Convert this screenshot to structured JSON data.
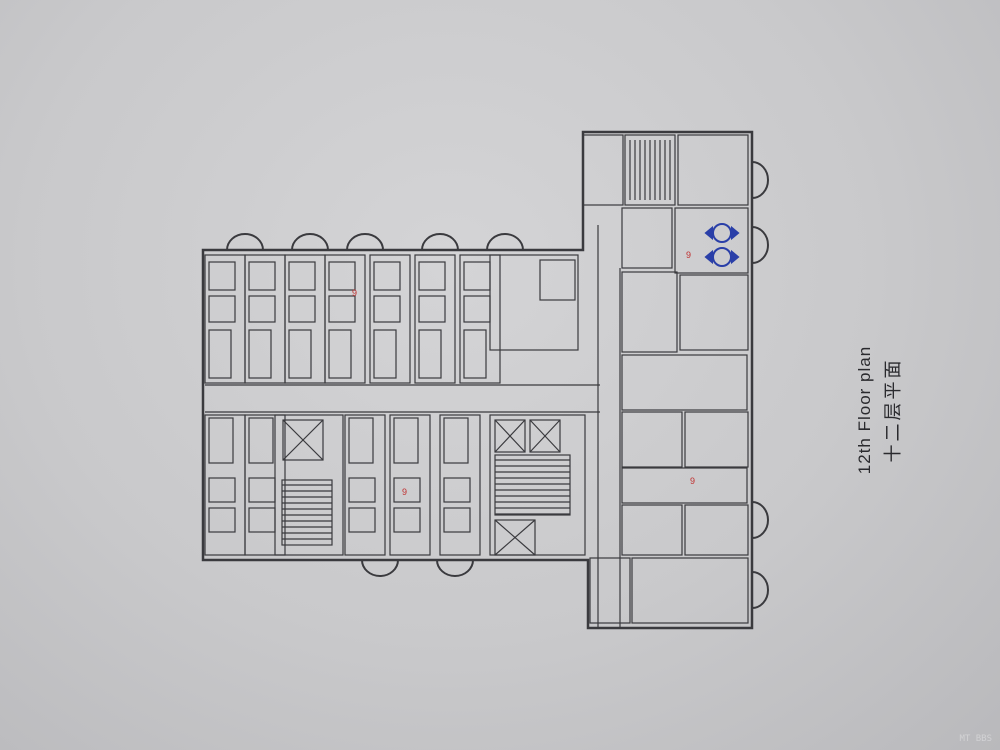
{
  "drawing": {
    "title_en": "12th Floor plan",
    "title_zh": "十二层平面",
    "room_marker": "9"
  },
  "watermark": {
    "text": "MT BBS"
  },
  "colors": {
    "background": "#c9c9cb",
    "linework": "#3a3a3e",
    "markup_blue": "#2a3fa8",
    "markup_red": "#c03030"
  }
}
